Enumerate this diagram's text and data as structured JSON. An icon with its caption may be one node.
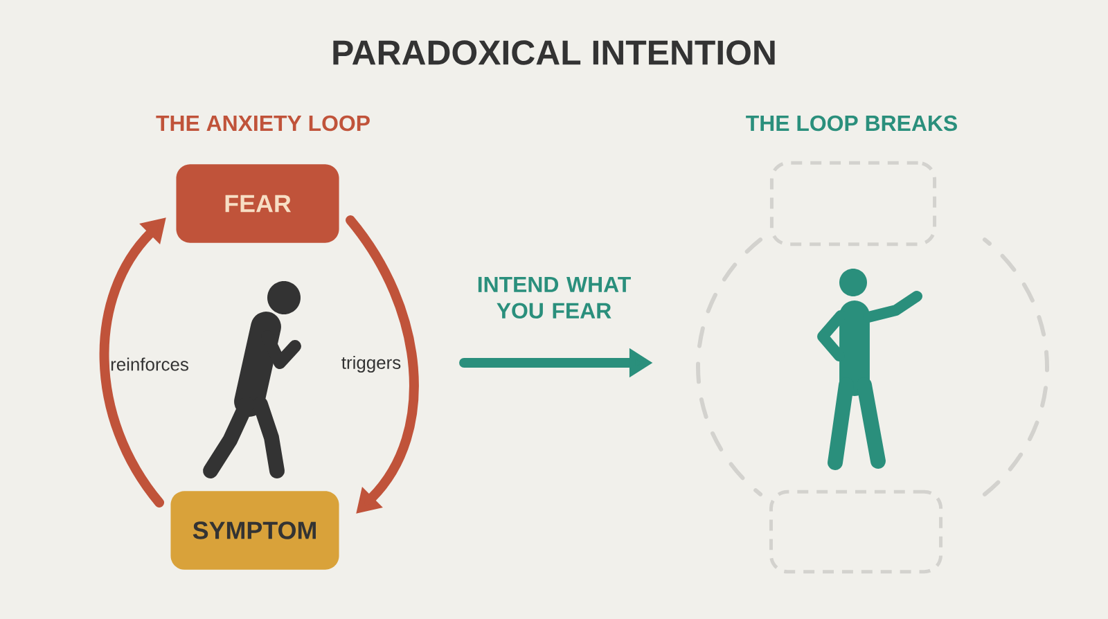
{
  "diagram": {
    "title": "PARADOXICAL INTENTION",
    "nodes": [
      {
        "text": [
          "FEAR"
        ]
      },
      {
        "text": [
          "SYMPTOM"
        ]
      },
      {
        "text": [],
        "shape": "box"
      },
      {
        "text": [],
        "shape": "box"
      },
      {
        "text": [],
        "shape": "person"
      },
      {
        "text": [],
        "shape": "person",
        "in": 6
      },
      {
        "text": [],
        "shape": "circle"
      }
    ],
    "edges": [
      {
        "from": 0,
        "to": 1,
        "arrow": "to",
        "label": "triggers"
      },
      {
        "from": 1,
        "to": 0,
        "arrow": "to",
        "label": "reinforces"
      },
      {
        "from": null,
        "to": 6,
        "arrow": "to",
        "label": "INTEND WHAT YOU FEAR",
        "color": "#2a8f7c"
      }
    ],
    "labels": [
      "THE ANXIETY LOOP",
      "THE LOOP BREAKS"
    ]
  }
}
